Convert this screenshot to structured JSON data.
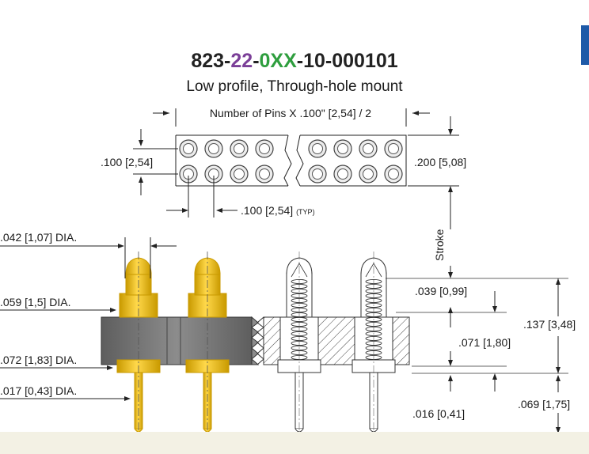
{
  "title": {
    "prefix": "823-",
    "pins_code": "22",
    "sep1": "-",
    "variant_code": "0XX",
    "suffix": "-10-000101"
  },
  "subtitle": "Low profile, Through-hole mount",
  "dimensions": {
    "overall_length": "Number of Pins X .100\" [2,54] / 2",
    "row_pitch": ".100 [2,54]",
    "overall_width": ".200 [5,08]",
    "pin_pitch": ".100 [2,54]",
    "pin_pitch_typ": "(TYP)",
    "tip_dia": ".042 [1,07] DIA.",
    "plunger_dia": ".059 [1,5] DIA.",
    "barrel_dia": ".072 [1,83] DIA.",
    "tail_dia": ".017 [0,43] DIA.",
    "stroke": "Stroke",
    "stroke_height": ".039 [0,99]",
    "body_height": ".071 [1,80]",
    "overall_height": ".137 [3,48]",
    "base_offset": ".016 [0,41]",
    "tail_length": ".069 [1,75]"
  },
  "colors": {
    "title_main": "#222222",
    "pins_code": "#7b3f98",
    "variant_code": "#2e9e3e",
    "gold": "#f2c200",
    "gold_dark": "#c99a00",
    "insulator": "#7a7a7a",
    "accent_strip": "#1f5aa8",
    "bottom_strip": "#f3f1e4"
  }
}
